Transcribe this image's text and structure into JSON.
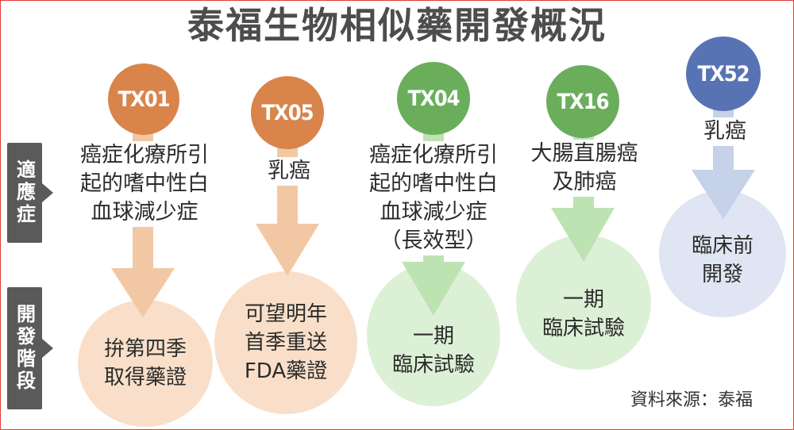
{
  "title": "泰福生物相似藥開發概況",
  "side_labels": {
    "indication": "適應症",
    "stage": "開發階段"
  },
  "colors": {
    "orange": "#d9844a",
    "orange_light": "#f9dfc9",
    "green": "#6aae5c",
    "green_light": "#dcf0d6",
    "blue": "#5873b4",
    "blue_light": "#dfe5f2",
    "label_bg": "#5a5a5a"
  },
  "products": [
    {
      "code": "TX01",
      "indication": "癌症化療所引\n起的嗜中性白\n血球減少症",
      "stage": "拚第四季\n取得藥證",
      "color": "orange"
    },
    {
      "code": "TX05",
      "indication": "乳癌",
      "stage": "可望明年\n首季重送\nFDA藥證",
      "color": "orange"
    },
    {
      "code": "TX04",
      "indication": "癌症化療所引\n起的嗜中性白\n血球減少症\n（長效型）",
      "stage": "一期\n臨床試驗",
      "color": "green"
    },
    {
      "code": "TX16",
      "indication": "大腸直腸癌\n及肺癌",
      "stage": "一期\n臨床試驗",
      "color": "green"
    },
    {
      "code": "TX52",
      "indication": "乳癌",
      "stage": "臨床前\n開發",
      "color": "blue"
    }
  ],
  "source": "資料來源：泰福"
}
